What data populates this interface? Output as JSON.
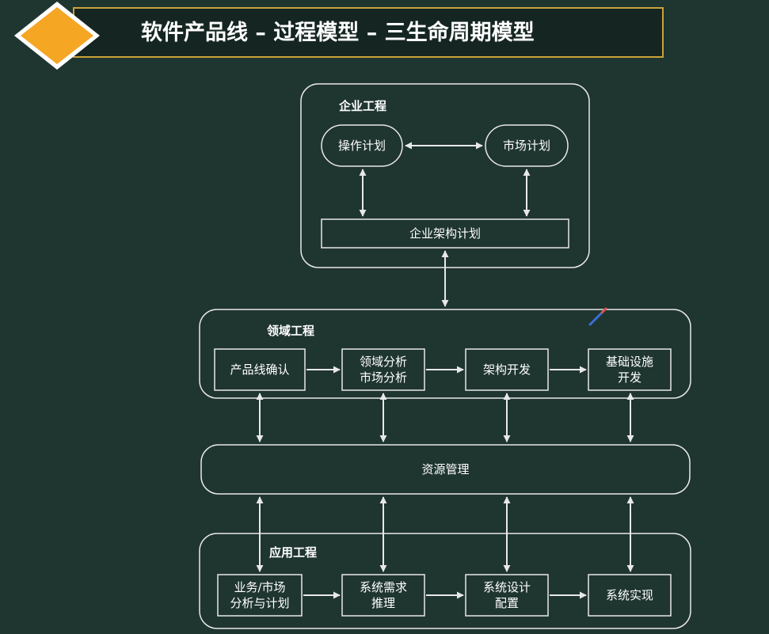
{
  "title": "软件产品线 – 过程模型 – 三生命周期模型",
  "colors": {
    "background": "#1f3530",
    "line": "#e8e8e8",
    "title_border": "#caa23a",
    "diamond": "#f5a623"
  },
  "enterprise": {
    "label": "企业工程",
    "ops_plan": "操作计划",
    "market_plan": "市场计划",
    "arch_plan": "企业架构计划"
  },
  "domain": {
    "label": "领域工程",
    "steps": [
      "产品线确认",
      "领域分析\n市场分析",
      "架构开发",
      "基础设施\n开发"
    ]
  },
  "resource": {
    "label": "资源管理"
  },
  "application": {
    "label": "应用工程",
    "steps": [
      "业务/市场\n分析与计划",
      "系统需求\n推理",
      "系统设计\n配置",
      "系统实现"
    ]
  },
  "icons": {
    "corner": "diamond-icon",
    "annotation": "pen-icon"
  }
}
